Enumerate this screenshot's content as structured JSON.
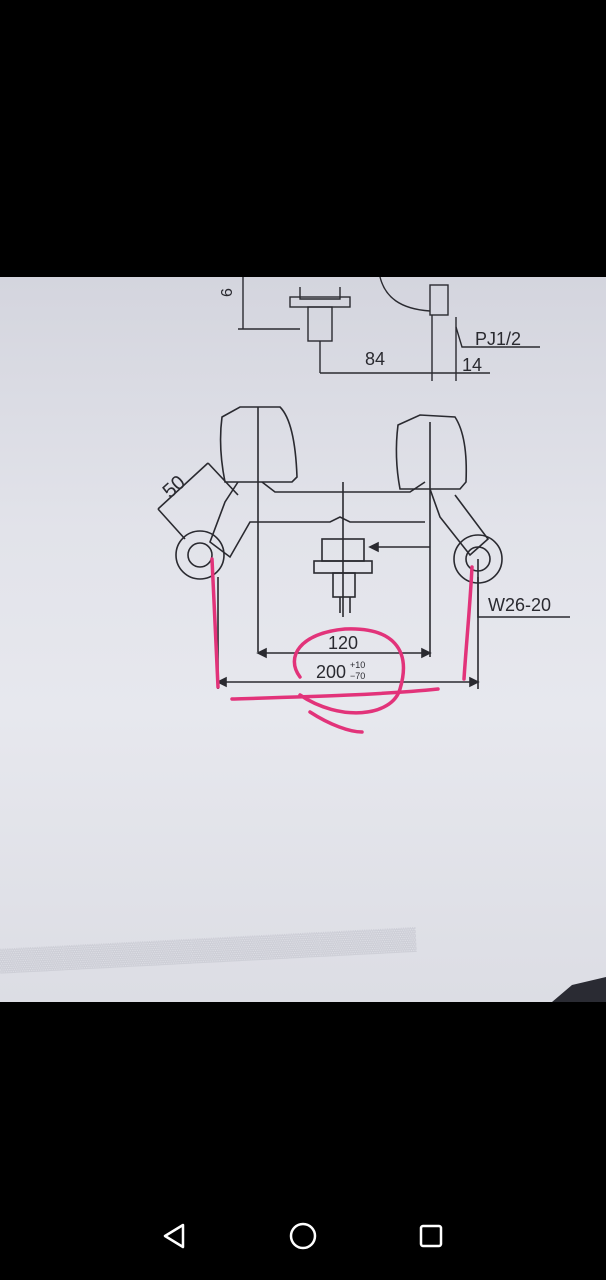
{
  "drawing": {
    "dim_84": "84",
    "dim_14": "14",
    "thread_top": "PJ1/2",
    "dim_50": "50",
    "thread_side": "W26-20",
    "dim_120": "120",
    "dim_200": "200",
    "tol_plus": "+10",
    "tol_minus": "−70",
    "partial_top_label": "6"
  },
  "colors": {
    "annotation": "#e2337a",
    "ink": "#2a2a30",
    "paper": "#e2e3ea"
  },
  "navbar": {
    "back_icon": "back-triangle-icon",
    "home_icon": "home-circle-icon",
    "recents_icon": "recents-square-icon"
  }
}
